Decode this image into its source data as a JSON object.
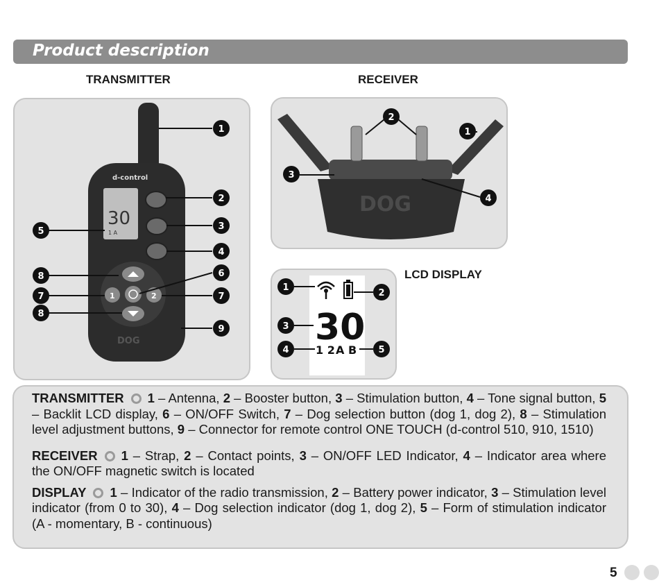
{
  "header": {
    "title": "Product description"
  },
  "labels": {
    "transmitter": "TRANSMITTER",
    "receiver": "RECEIVER",
    "lcd_display": "LCD DISPLAY"
  },
  "transmitter_device": {
    "brand": "d-control",
    "lcd_value": "30",
    "lcd_small": "1 A",
    "logo": "DOG",
    "btn_left": "1",
    "btn_right": "2"
  },
  "receiver_device": {
    "logo": "DOG"
  },
  "lcd": {
    "level": "30",
    "dogs": "1 2",
    "modes": "A B"
  },
  "callouts": {
    "t1": "1",
    "t2": "2",
    "t3": "3",
    "t4": "4",
    "t5": "5",
    "t6": "6",
    "t7a": "7",
    "t7b": "7",
    "t8a": "8",
    "t8b": "8",
    "t9": "9",
    "r1": "1",
    "r2": "2",
    "r3": "3",
    "r4": "4",
    "d1": "1",
    "d2": "2",
    "d3": "3",
    "d4": "4",
    "d5": "5"
  },
  "description": {
    "transmitter": {
      "title": "TRANSMITTER",
      "n1": "1",
      "t1": " – Antenna, ",
      "n2": "2",
      "t2": " – Booster button, ",
      "n3": "3",
      "t3": " – Stimulation button, ",
      "n4": "4",
      "t4": " – Tone signal button, ",
      "n5": "5",
      "t5": " – Backlit LCD display, ",
      "n6": "6",
      "t6": " – ON/OFF Switch, ",
      "n7": "7",
      "t7": " – Dog selection button (dog 1, dog 2), ",
      "n8": "8",
      "t8": " – Stimulation level adjustment buttons, ",
      "n9": "9",
      "t9": " – Connector for remote control ONE TOUCH (d-control 510, 910, 1510)"
    },
    "receiver": {
      "title": "RECEIVER",
      "n1": "1",
      "t1": " – Strap, ",
      "n2": "2",
      "t2": " – Contact points, ",
      "n3": "3",
      "t3": " – ON/OFF LED Indicator, ",
      "n4": "4",
      "t4": " – Indicator area where the ON/OFF magnetic switch is located"
    },
    "display": {
      "title": "DISPLAY",
      "n1": "1",
      "t1": " – Indicator of the radio transmission, ",
      "n2": "2",
      "t2": " – Battery power indicator, ",
      "n3": "3",
      "t3": " – Stimulation level indicator (from 0 to 30), ",
      "n4": "4",
      "t4": " – Dog selection indicator (dog 1, dog 2), ",
      "n5": "5",
      "t5": " – Form of stimulation indicator (A - momentary, B - continuous)"
    }
  },
  "footer": {
    "page_number": "5"
  }
}
